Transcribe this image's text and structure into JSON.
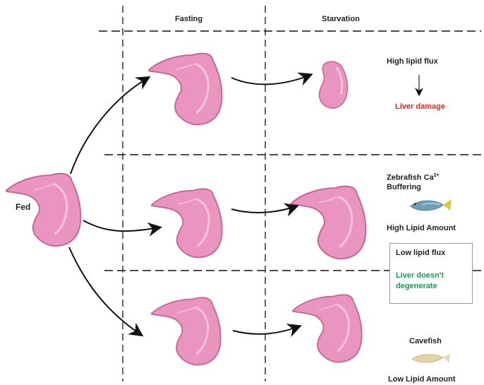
{
  "columns": {
    "fasting": "Fasting",
    "starvation": "Starvation"
  },
  "fed_label": "Fed",
  "rows": {
    "top": {
      "flux": "High lipid flux",
      "outcome": "Liver damage"
    },
    "middle": {
      "zebrafish_line1": "Zebrafish Ca",
      "zebrafish_sup": "2+",
      "zebrafish_line2": "Buffering",
      "amount": "High Lipid Amount",
      "note_flux": "Low lipid flux",
      "note_outcome_line1": "Liver doesn't",
      "note_outcome_line2": "degenerate"
    },
    "bottom": {
      "species": "Cavefish",
      "amount": "Low Lipid Amount"
    }
  },
  "colors": {
    "liver_fill": "#e995bf",
    "liver_stroke": "#c06a96",
    "damage_text": "#e0251c",
    "healthy_text": "#1a9a55",
    "zebrafish": "#6d9fb5",
    "cavefish": "#e3d3a8"
  }
}
